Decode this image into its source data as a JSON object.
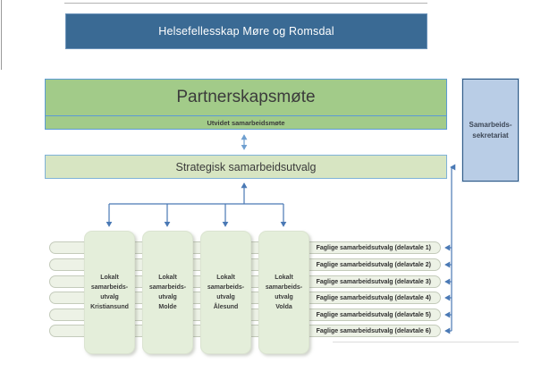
{
  "colors": {
    "banner_bg": "#3a6a94",
    "banner_text": "#ffffff",
    "partnership_bg": "#a2cb89",
    "partnership_border": "#5b9bd5",
    "strategic_bg": "#d7e5c2",
    "strategic_border": "#7fb2d8",
    "secretariat_bg": "#b9cde6",
    "secretariat_border": "#2e5984",
    "local_box_bg": "#e4eeda",
    "bar_bg": "#edf2e6",
    "bar_border": "#c4cbbb",
    "arrow": "#4a79b5",
    "arrow_light": "#6f9fd0",
    "text_dark": "#3b3b3b"
  },
  "banner": {
    "title": "Helsefellesskap Møre og Romsdal"
  },
  "partnership": {
    "title": "Partnerskapsmøte",
    "subtitle": "Utvidet samarbeidsmøte"
  },
  "strategic": {
    "label": "Strategisk samarbeidsutvalg"
  },
  "secretariat": {
    "lines": [
      "Samarbeids-",
      "sekretariat"
    ]
  },
  "local_committees": [
    {
      "lines": [
        "Lokalt",
        "samarbeids-",
        "utvalg",
        "Kristiansund"
      ]
    },
    {
      "lines": [
        "Lokalt",
        "samarbeids-",
        "utvalg",
        "Molde"
      ]
    },
    {
      "lines": [
        "Lokalt",
        "samarbeids-",
        "utvalg",
        "Ålesund"
      ]
    },
    {
      "lines": [
        "Lokalt",
        "samarbeids-",
        "utvalg",
        "Volda"
      ]
    }
  ],
  "professional_committees": [
    {
      "label": "Faglige samarbeidsutvalg (delavtale 1)"
    },
    {
      "label": "Faglige samarbeidsutvalg (delavtale 2)"
    },
    {
      "label": "Faglige samarbeidsutvalg (delavtale 3)"
    },
    {
      "label": "Faglige samarbeidsutvalg (delavtale 4)"
    },
    {
      "label": "Faglige samarbeidsutvalg (delavtale 5)"
    },
    {
      "label": "Faglige samarbeidsutvalg (delavtale 6)"
    }
  ]
}
